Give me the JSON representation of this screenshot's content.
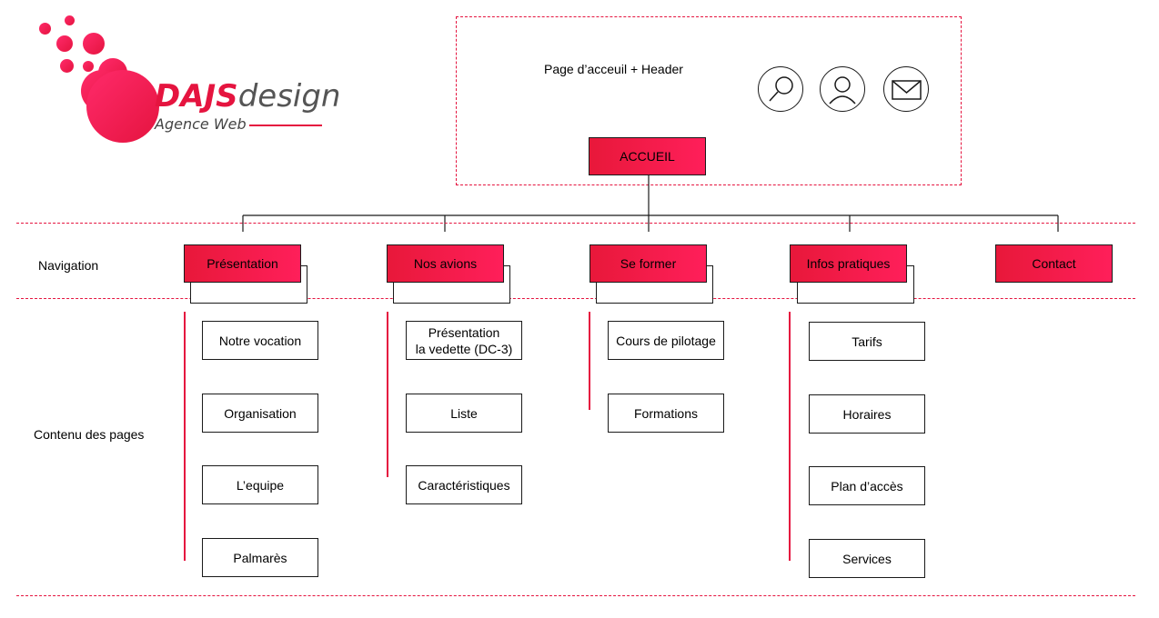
{
  "logo": {
    "brand_bold": "DAJS",
    "brand_light": "design",
    "tagline": "Agence Web"
  },
  "header": {
    "caption": "Page d’acceuil + Header",
    "icons": [
      "search-icon",
      "user-icon",
      "mail-icon"
    ]
  },
  "root": {
    "label": "ACCUEIL"
  },
  "labels": {
    "navigation": "Navigation",
    "content": "Contenu des pages"
  },
  "nav": [
    {
      "label": "Présentation",
      "pages": [
        "Notre vocation",
        "Organisation",
        "L’equipe",
        "Palmarès"
      ]
    },
    {
      "label": "Nos avions",
      "pages": [
        "Présentation\nla vedette (DC-3)",
        "Liste",
        "Caractéristiques"
      ]
    },
    {
      "label": "Se former",
      "pages": [
        "Cours de pilotage",
        "Formations"
      ]
    },
    {
      "label": "Infos pratiques",
      "pages": [
        "Tarifs",
        "Horaires",
        "Plan d’accès",
        "Services"
      ]
    },
    {
      "label": "Contact",
      "pages": []
    }
  ],
  "colors": {
    "accent": "#e5143f",
    "accent_light": "#ff1f5a",
    "line": "#1a1a1a"
  }
}
